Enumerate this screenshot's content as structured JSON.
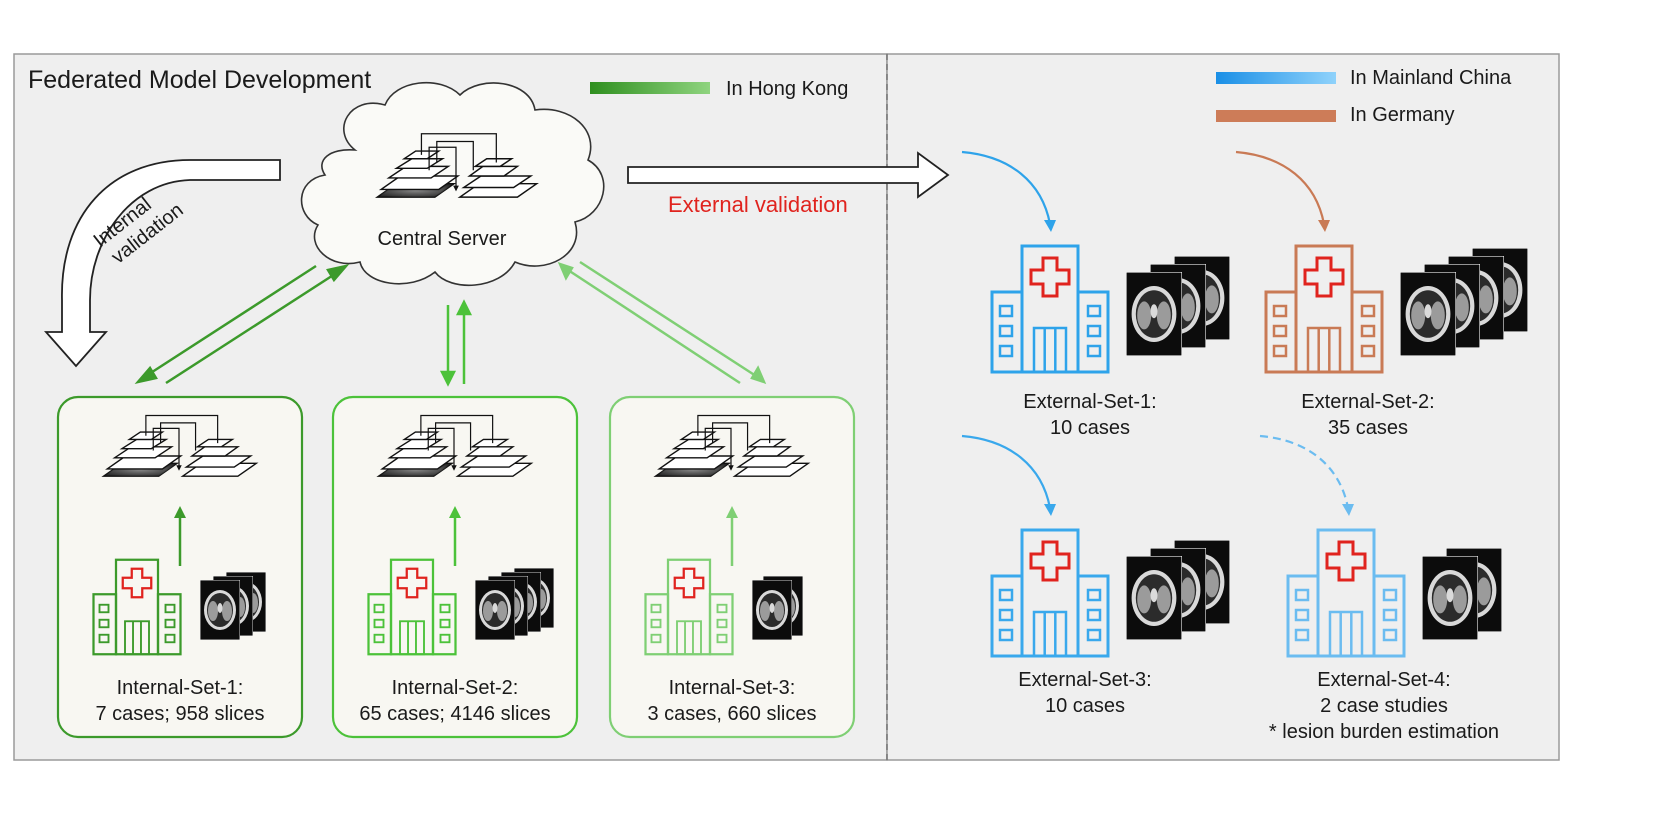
{
  "left_panel": {
    "title": "Federated Model Development",
    "legend_hong_kong": "In Hong Kong",
    "server_label": "Central Server",
    "internal_validation_line1": "Internal",
    "internal_validation_line2": "validation",
    "sites": [
      {
        "name": "Internal-Set-1:",
        "detail": "7 cases; 958 slices",
        "color": "#3c9a2b"
      },
      {
        "name": "Internal-Set-2:",
        "detail": "65 cases; 4146 slices",
        "color": "#4cc23a"
      },
      {
        "name": "Internal-Set-3:",
        "detail": "3 cases, 660 slices",
        "color": "#7fcf74"
      }
    ]
  },
  "external_validation_label": "External validation",
  "right_panel": {
    "legend_mainland": "In Mainland China",
    "legend_germany": "In Germany",
    "sites": [
      {
        "name": "External-Set-1:",
        "detail": "10 cases",
        "color": "#2ea3ea"
      },
      {
        "name": "External-Set-2:",
        "detail": "35 cases",
        "color": "#c97a55"
      },
      {
        "name": "External-Set-3:",
        "detail": "10 cases",
        "color": "#39a8ec"
      },
      {
        "name": "External-Set-4:",
        "detail": "2 case studies",
        "note": "* lesion burden estimation",
        "color": "#6bbcf0"
      }
    ]
  },
  "colors": {
    "panel_bg": "#efefef",
    "internal_box_bg": "#f8f7f2",
    "red_cross": "#e0231e",
    "validation_text": "#e0231e"
  }
}
